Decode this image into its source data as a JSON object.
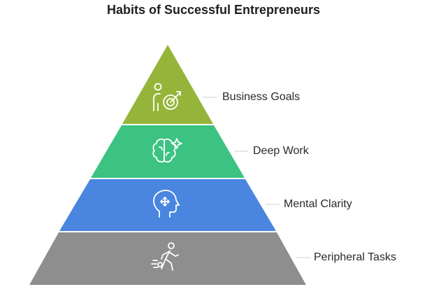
{
  "title": "Habits of Successful Entrepreneurs",
  "levels": [
    {
      "label": "Business Goals",
      "icon": "goal-target-icon",
      "color": "#95b53a"
    },
    {
      "label": "Deep Work",
      "icon": "brain-sparkle-icon",
      "color": "#3cc382"
    },
    {
      "label": "Mental Clarity",
      "icon": "head-arrows-icon",
      "color": "#4a86e0"
    },
    {
      "label": "Peripheral Tasks",
      "icon": "walking-person-icon",
      "color": "#8e8e8e"
    }
  ]
}
